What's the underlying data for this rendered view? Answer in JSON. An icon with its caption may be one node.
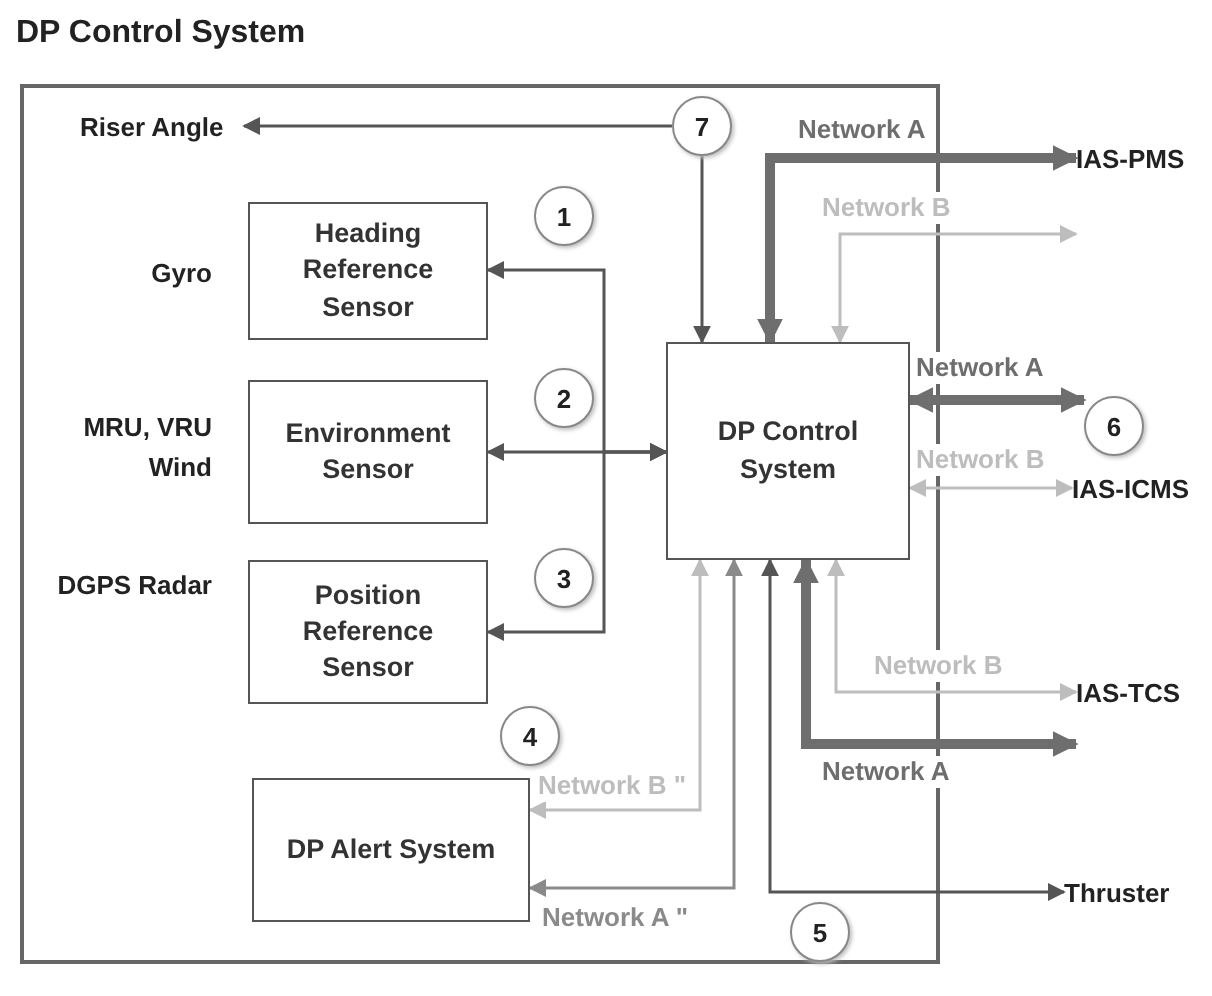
{
  "diagram": {
    "title": "DP Control System",
    "nodes": [
      {
        "text": [
          "Heading Reference Sensor"
        ],
        "beside": [
          "Gyro"
        ]
      },
      {
        "text": [
          "Environment Sensor"
        ],
        "beside": [
          "MRU, VRU Wind"
        ]
      },
      {
        "text": [
          "Position Reference Sensor"
        ],
        "beside": [
          "DGPS Radar"
        ]
      },
      {
        "text": [
          "DP Control System"
        ]
      },
      {
        "text": [
          "DP Alert System"
        ]
      },
      {
        "text": [
          "Riser Angle"
        ]
      },
      {
        "text": [
          "IAS-PMS"
        ]
      },
      {
        "text": [
          "IAS-ICMS"
        ]
      },
      {
        "text": [
          "IAS-TCS"
        ]
      },
      {
        "text": [
          "Thruster"
        ]
      },
      {
        "text": [
          "1"
        ]
      },
      {
        "text": [
          "2"
        ]
      },
      {
        "text": [
          "3"
        ]
      },
      {
        "text": [
          "4"
        ]
      },
      {
        "text": [
          "5"
        ]
      },
      {
        "text": [
          "6"
        ]
      },
      {
        "text": [
          "7"
        ]
      }
    ],
    "edges": [
      {
        "from": 3,
        "to": 0,
        "arrow": "both"
      },
      {
        "from": 3,
        "to": 1,
        "arrow": "both"
      },
      {
        "from": 3,
        "to": 2,
        "arrow": "both"
      },
      {
        "from": 16,
        "to": 5,
        "arrow": "to"
      },
      {
        "from": 16,
        "to": 3,
        "arrow": "to"
      },
      {
        "from": 3,
        "to": 6,
        "arrow": "both",
        "label": "Network A",
        "style": "thick",
        "color": "#6e6e6e"
      },
      {
        "from": 3,
        "to": 6,
        "arrow": "both",
        "label": "Network B",
        "color": "#bdbdbd"
      },
      {
        "from": 3,
        "to": 15,
        "arrow": "both",
        "label": "Network A",
        "style": "thick",
        "color": "#6e6e6e"
      },
      {
        "from": 3,
        "to": 7,
        "arrow": "both",
        "label": "Network B",
        "color": "#bdbdbd"
      },
      {
        "from": 3,
        "to": 8,
        "arrow": "both",
        "label": "Network B",
        "color": "#bdbdbd"
      },
      {
        "from": 3,
        "to": 8,
        "arrow": "both",
        "label": "Network A",
        "style": "thick",
        "color": "#6e6e6e"
      },
      {
        "from": 3,
        "to": 9,
        "arrow": "both"
      },
      {
        "from": 3,
        "to": 4,
        "arrow": "both",
        "label": "Network B \"",
        "color": "#bdbdbd"
      },
      {
        "from": 3,
        "to": 4,
        "arrow": "both",
        "label": "Network A \"",
        "color": "#8a8a8a"
      }
    ]
  }
}
